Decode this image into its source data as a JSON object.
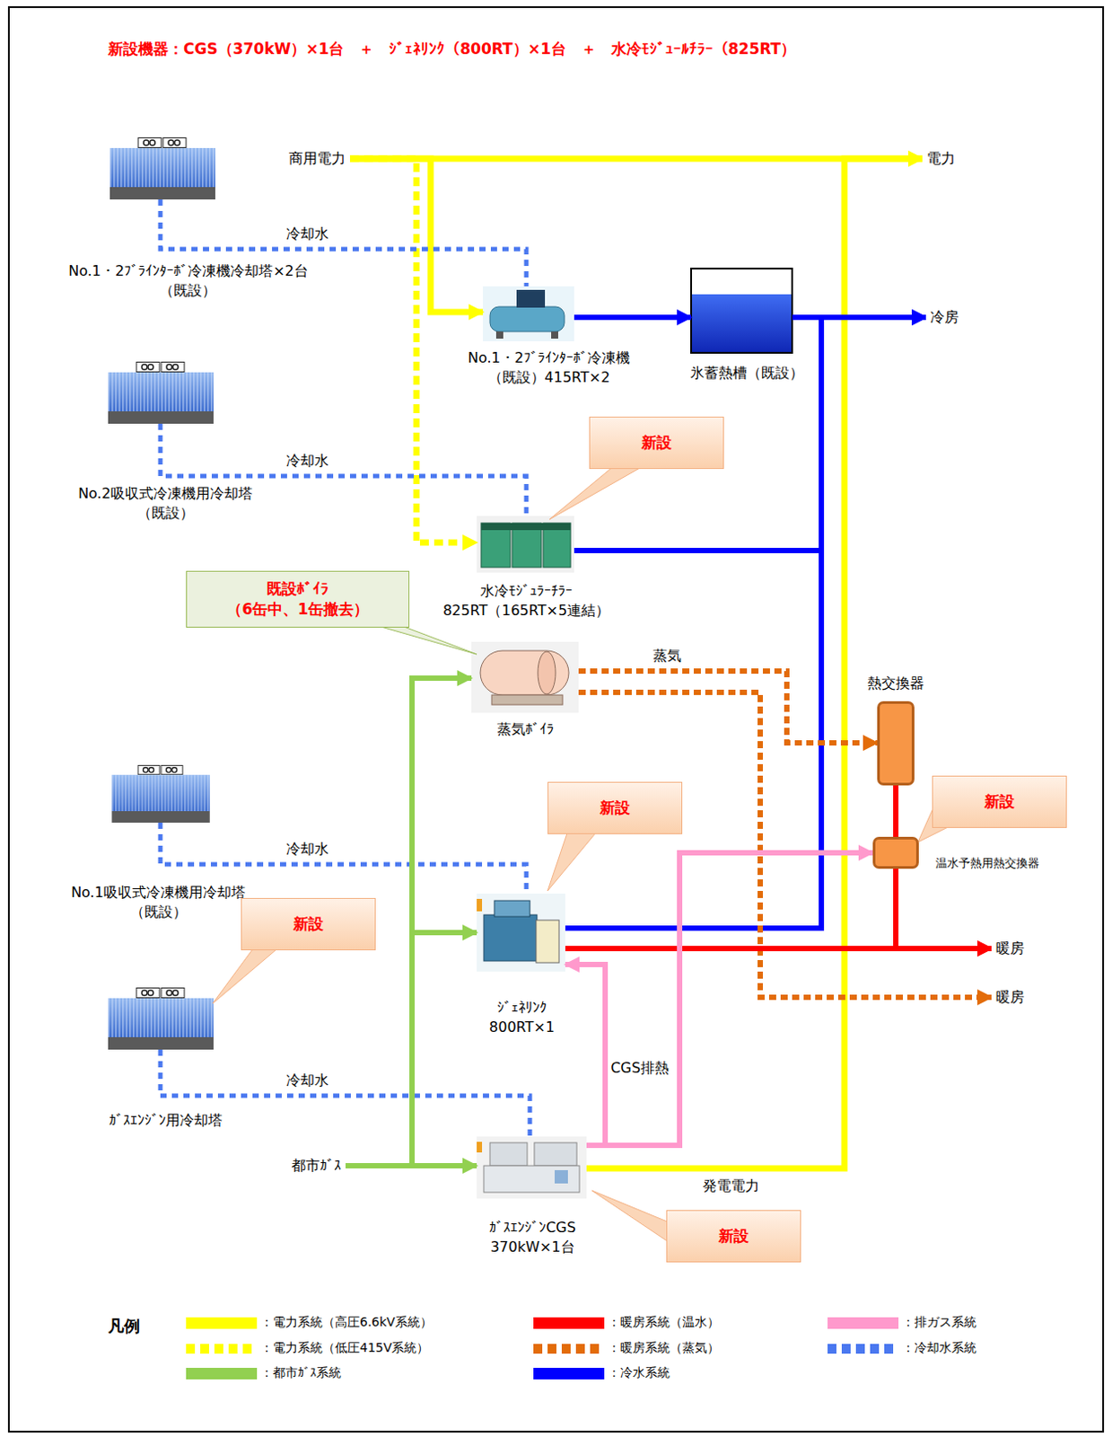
{
  "diagram": {
    "title": "新設機器：CGS（370kW）×1台　＋　ｼﾞｪﾈﾘﾝｸ（800RT）×1台　＋　水冷ﾓｼﾞｭｰﾙﾁﾗｰ（825RT）",
    "nodes": [
      {
        "text": [
          "商用電力"
        ]
      },
      {
        "text": [
          "電力"
        ]
      },
      {
        "text": [
          "No.1・2ﾌﾞﾗｲﾝﾀｰﾎﾞ冷凍機冷却塔×2台 （既設）"
        ]
      },
      {
        "text": [
          "No.1・2ﾌﾞﾗｲﾝﾀｰﾎﾞ冷凍機 （既設）415RT×2"
        ]
      },
      {
        "text": [
          "氷蓄熱槽（既設）"
        ]
      },
      {
        "text": [
          "冷房"
        ]
      },
      {
        "text": [
          "No.2吸収式冷凍機用冷却塔 （既設）"
        ]
      },
      {
        "text": [
          "新設"
        ]
      },
      {
        "text": [
          "水冷ﾓｼﾞｭﾗｰﾁﾗｰ 825RT（165RT×5連結）"
        ]
      },
      {
        "text": [
          "既設ﾎﾞｲﾗ （6缶中、1缶撤去）"
        ]
      },
      {
        "text": [
          "蒸気ﾎﾞｲﾗ"
        ]
      },
      {
        "text": [
          "熱交換器"
        ]
      },
      {
        "text": [
          "No.1吸収式冷凍機用冷却塔 （既設）"
        ]
      },
      {
        "text": [
          "新設"
        ]
      },
      {
        "text": [
          "新設"
        ]
      },
      {
        "text": [
          "温水予熱用熱交換器"
        ]
      },
      {
        "text": [
          "ｼﾞｪﾈﾘﾝｸ 800RT×1"
        ]
      },
      {
        "text": [
          "新設"
        ]
      },
      {
        "text": [
          "暖房"
        ]
      },
      {
        "text": [
          "暖房"
        ]
      },
      {
        "text": [
          "ｶﾞｽｴﾝｼﾞﾝ用冷却塔"
        ]
      },
      {
        "text": [
          "都市ｶﾞｽ"
        ]
      },
      {
        "text": [
          "ｶﾞｽｴﾝｼﾞﾝCGS 370kW×1台"
        ]
      },
      {
        "text": [
          "新設"
        ]
      }
    ],
    "edges": [
      {
        "from": 0,
        "to": 1,
        "arrow": "to"
      },
      {
        "from": 0,
        "to": 3,
        "arrow": "to"
      },
      {
        "from": 0,
        "to": 8,
        "arrow": "to"
      },
      {
        "from": 22,
        "to": 1,
        "label": "発電電力",
        "arrow": "to"
      },
      {
        "from": 2,
        "to": 3,
        "label": "冷却水",
        "arrow": "none"
      },
      {
        "from": 6,
        "to": 8,
        "label": "冷却水",
        "arrow": "none"
      },
      {
        "from": 12,
        "to": 16,
        "label": "冷却水",
        "arrow": "none"
      },
      {
        "from": 20,
        "to": 22,
        "label": "冷却水",
        "arrow": "none"
      },
      {
        "from": 3,
        "to": 4,
        "arrow": "to"
      },
      {
        "from": 4,
        "to": 5,
        "arrow": "to"
      },
      {
        "from": 8,
        "to": 5,
        "arrow": "to"
      },
      {
        "from": 16,
        "to": 5,
        "arrow": "to"
      },
      {
        "from": 21,
        "to": 10,
        "arrow": "to"
      },
      {
        "from": 21,
        "to": 16,
        "arrow": "to"
      },
      {
        "from": 21,
        "to": 22,
        "arrow": "to"
      },
      {
        "from": 10,
        "to": 11,
        "label": "蒸気",
        "arrow": "to"
      },
      {
        "from": 10,
        "to": 19,
        "arrow": "to"
      },
      {
        "from": 11,
        "to": 15,
        "arrow": "none"
      },
      {
        "from": 15,
        "to": 18,
        "arrow": "to"
      },
      {
        "from": 16,
        "to": 18,
        "arrow": "to"
      },
      {
        "from": 22,
        "to": 16,
        "label": "CGS排熱",
        "arrow": "to"
      },
      {
        "from": 22,
        "to": 15,
        "arrow": "to"
      }
    ],
    "labels": [
      "凡例"
    ],
    "legend": [
      {
        "text": "：電力系統（高圧6.6kV系統）",
        "color": "#ffff00"
      },
      {
        "text": "：暖房系統（温水）",
        "color": "#ff0000"
      },
      {
        "text": "：排ガス系統",
        "color": "#ff99cc"
      },
      {
        "text": "：電力系統（低圧415V系統）"
      },
      {
        "text": "：暖房系統（蒸気）"
      },
      {
        "text": "：冷却水系統"
      },
      {
        "text": "：都市ｶﾞｽ系統",
        "color": "#92d050"
      },
      {
        "text": "：冷水系統",
        "color": "#0000ff"
      }
    ]
  }
}
